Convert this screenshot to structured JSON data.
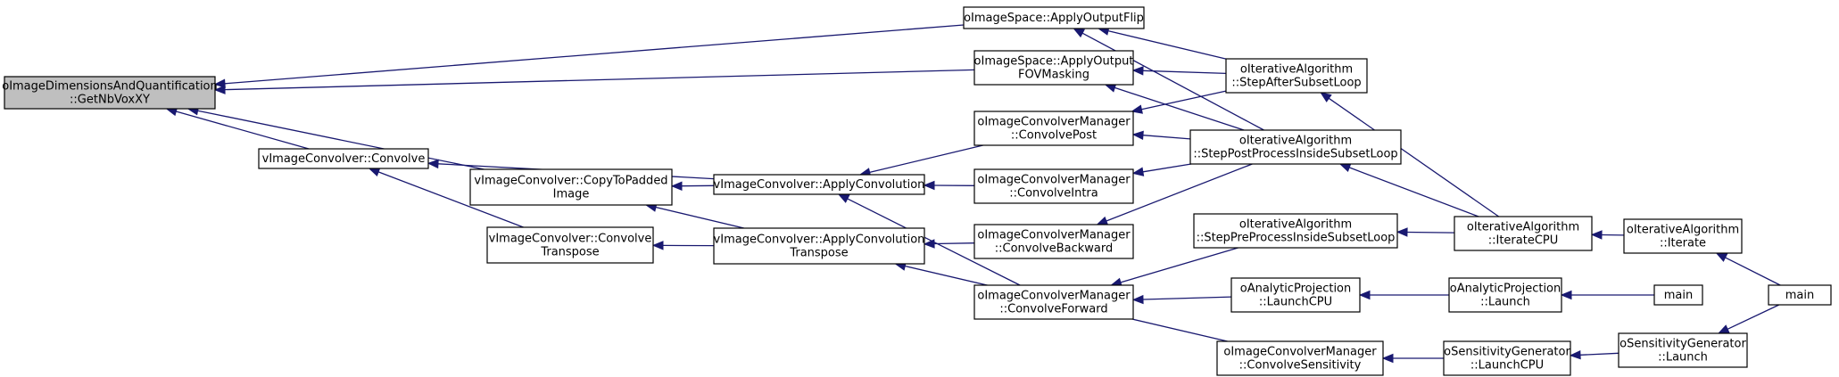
{
  "colors": {
    "edge": "#191970",
    "node_border": "#000000",
    "highlight_fill": "#bfbfbf",
    "background": "#ffffff"
  },
  "nodes": [
    {
      "id": "getnb",
      "lines": [
        "oImageDimensionsAndQuantification",
        "::GetNbVoxXY"
      ],
      "highlight": true
    },
    {
      "id": "convolve",
      "lines": [
        "vImageConvolver::Convolve"
      ]
    },
    {
      "id": "copytopadded",
      "lines": [
        "vImageConvolver::CopyToPadded",
        "Image"
      ]
    },
    {
      "id": "convolvetranspose",
      "lines": [
        "vImageConvolver::Convolve",
        "Transpose"
      ]
    },
    {
      "id": "applyconv",
      "lines": [
        "vImageConvolver::ApplyConvolution"
      ]
    },
    {
      "id": "applyconvtranspose",
      "lines": [
        "vImageConvolver::ApplyConvolution",
        "Transpose"
      ]
    },
    {
      "id": "outputflip",
      "lines": [
        "oImageSpace::ApplyOutputFlip"
      ]
    },
    {
      "id": "fovmasking",
      "lines": [
        "oImageSpace::ApplyOutput",
        "FOVMasking"
      ]
    },
    {
      "id": "cpost",
      "lines": [
        "oImageConvolverManager",
        "::ConvolvePost"
      ]
    },
    {
      "id": "cintra",
      "lines": [
        "oImageConvolverManager",
        "::ConvolveIntra"
      ]
    },
    {
      "id": "cbackward",
      "lines": [
        "oImageConvolverManager",
        "::ConvolveBackward"
      ]
    },
    {
      "id": "cforward",
      "lines": [
        "oImageConvolverManager",
        "::ConvolveForward"
      ]
    },
    {
      "id": "csens",
      "lines": [
        "oImageConvolverManager",
        "::ConvolveSensitivity"
      ]
    },
    {
      "id": "stepafter",
      "lines": [
        "oIterativeAlgorithm",
        "::StepAfterSubsetLoop"
      ]
    },
    {
      "id": "steppost",
      "lines": [
        "oIterativeAlgorithm",
        "::StepPostProcessInsideSubsetLoop"
      ]
    },
    {
      "id": "steppre",
      "lines": [
        "oIterativeAlgorithm",
        "::StepPreProcessInsideSubsetLoop"
      ]
    },
    {
      "id": "launchcpu_ap",
      "lines": [
        "oAnalyticProjection",
        "::LaunchCPU"
      ]
    },
    {
      "id": "launchcpu_sg",
      "lines": [
        "oSensitivityGenerator",
        "::LaunchCPU"
      ]
    },
    {
      "id": "iteratecpu",
      "lines": [
        "oIterativeAlgorithm",
        "::IterateCPU"
      ]
    },
    {
      "id": "launch_ap",
      "lines": [
        "oAnalyticProjection",
        "::Launch"
      ]
    },
    {
      "id": "launch_sg",
      "lines": [
        "oSensitivityGenerator",
        "::Launch"
      ]
    },
    {
      "id": "iterate",
      "lines": [
        "oIterativeAlgorithm",
        "::Iterate"
      ]
    },
    {
      "id": "main1",
      "lines": [
        "main"
      ]
    },
    {
      "id": "main2",
      "lines": [
        "main"
      ]
    }
  ],
  "edges": [
    {
      "from": "convolve",
      "to": "getnb"
    },
    {
      "from": "copytopadded",
      "to": "getnb"
    },
    {
      "from": "outputflip",
      "to": "getnb"
    },
    {
      "from": "fovmasking",
      "to": "getnb"
    },
    {
      "from": "applyconv",
      "to": "convolve"
    },
    {
      "from": "convolvetranspose",
      "to": "convolve"
    },
    {
      "from": "applyconv",
      "to": "copytopadded"
    },
    {
      "from": "applyconvtranspose",
      "to": "copytopadded"
    },
    {
      "from": "applyconvtranspose",
      "to": "convolvetranspose"
    },
    {
      "from": "cpost",
      "to": "applyconv"
    },
    {
      "from": "cintra",
      "to": "applyconv"
    },
    {
      "from": "cforward",
      "to": "applyconv"
    },
    {
      "from": "cbackward",
      "to": "applyconvtranspose"
    },
    {
      "from": "csens",
      "to": "applyconvtranspose"
    },
    {
      "from": "stepafter",
      "to": "outputflip"
    },
    {
      "from": "steppost",
      "to": "outputflip"
    },
    {
      "from": "stepafter",
      "to": "fovmasking"
    },
    {
      "from": "steppost",
      "to": "fovmasking"
    },
    {
      "from": "stepafter",
      "to": "cpost"
    },
    {
      "from": "steppost",
      "to": "cpost"
    },
    {
      "from": "steppost",
      "to": "cintra"
    },
    {
      "from": "steppost",
      "to": "cbackward"
    },
    {
      "from": "steppre",
      "to": "cforward"
    },
    {
      "from": "launchcpu_ap",
      "to": "cforward"
    },
    {
      "from": "launchcpu_sg",
      "to": "csens"
    },
    {
      "from": "iteratecpu",
      "to": "stepafter"
    },
    {
      "from": "iteratecpu",
      "to": "steppost"
    },
    {
      "from": "iteratecpu",
      "to": "steppre"
    },
    {
      "from": "launch_ap",
      "to": "launchcpu_ap"
    },
    {
      "from": "launch_sg",
      "to": "launchcpu_sg"
    },
    {
      "from": "iterate",
      "to": "iteratecpu"
    },
    {
      "from": "main1",
      "to": "launch_ap"
    },
    {
      "from": "main2",
      "to": "iterate"
    },
    {
      "from": "main2",
      "to": "launch_sg"
    }
  ]
}
